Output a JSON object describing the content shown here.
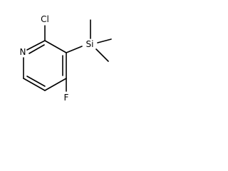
{
  "structure": {
    "atoms": {
      "chlorine": "Cl",
      "silicon": "Si",
      "nitrogen": "N",
      "fluorine": "F"
    }
  },
  "colors": {
    "bond": "#000000",
    "background": "#ffffff"
  }
}
